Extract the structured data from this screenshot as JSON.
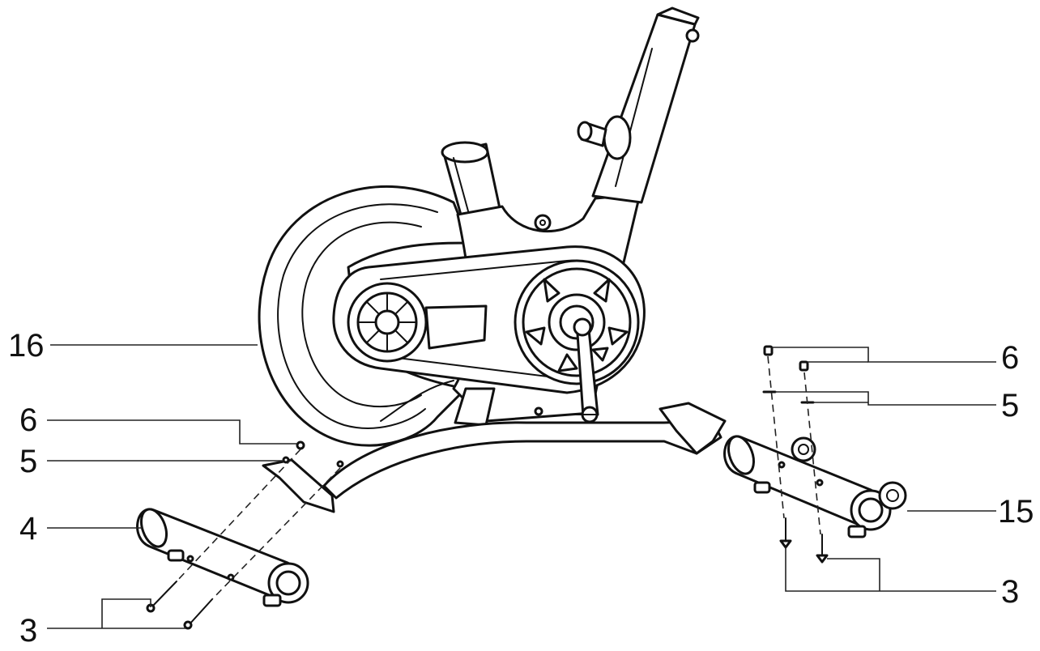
{
  "callouts": {
    "frame": "16",
    "left_cap_nut": "6",
    "left_washer": "5",
    "front_stabilizer": "4",
    "left_bolts": "3",
    "right_cap_nut": "6",
    "right_washer": "5",
    "transport_wheel": "15",
    "right_bolts": "3"
  }
}
